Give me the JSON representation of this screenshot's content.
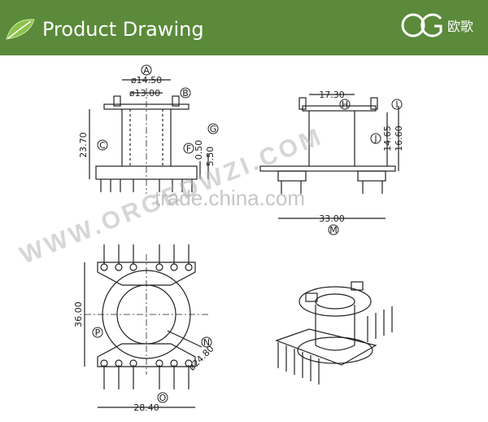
{
  "header": {
    "title": "Product Drawing",
    "brand_cn": "欧歌"
  },
  "watermarks": {
    "china": "trade.china.com",
    "url": "WWW.ORGEDWZI.COM"
  },
  "views": {
    "front": {
      "dims": [
        "A",
        "ø14.50",
        "ø13.00",
        "B",
        "23.70",
        "C",
        "0.50",
        "5.50",
        "F",
        "G"
      ]
    },
    "side": {
      "dims": [
        "17.30",
        "H",
        "I",
        "J",
        "14.65",
        "16.60",
        "33.00",
        "M"
      ]
    },
    "bottom": {
      "dims": [
        "36.00",
        "P",
        "N",
        "ø24.80",
        "28.40",
        "O"
      ]
    }
  },
  "colors": {
    "header_bg": "#5a8a3a",
    "line": "#222222"
  }
}
